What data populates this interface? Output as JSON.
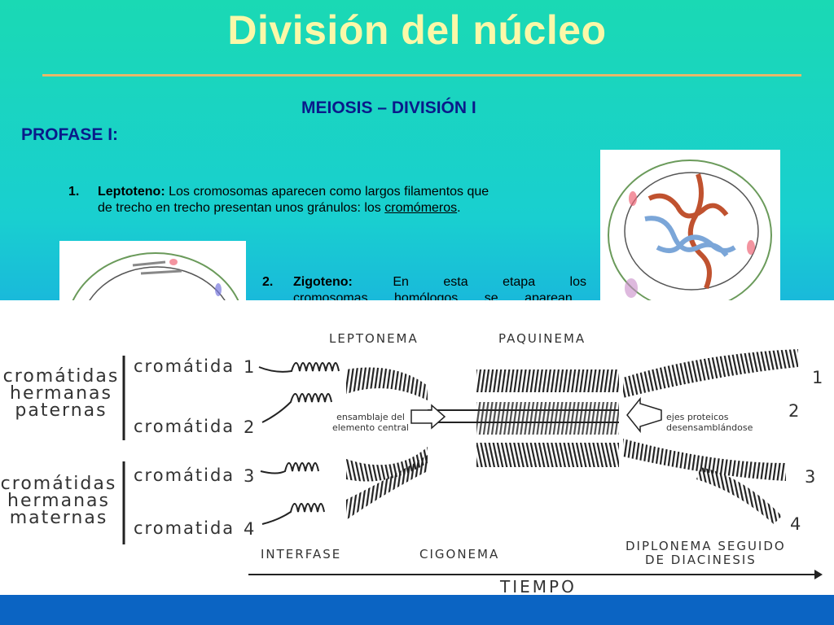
{
  "slide": {
    "title": "División del núcleo",
    "subtitle": "MEIOSIS – DIVISIÓN I",
    "phase": "PROFASE I:",
    "item1": {
      "number": "1.",
      "term": "Leptoteno:",
      "text_a": " Los cromosomas aparecen como largos filamentos que",
      "text_b": "de trecho en trecho presentan unos gránulos: los ",
      "underlined": "cromómeros",
      "text_end": "."
    },
    "item2": {
      "number": "2.",
      "term": "Zigoteno:",
      "text_a": "En esta etapa los",
      "text_b": "cromosomas homólogos se aparean"
    }
  },
  "diagram": {
    "stages_top": [
      "LEPTONEMA",
      "PAQUINEMA"
    ],
    "stages_bottom": [
      "INTERFASE",
      "CIGONEMA",
      "DIPLONEMA SEGUIDO",
      "DE DIACINESIS"
    ],
    "axis_label": "TIEMPO",
    "group_paternal": [
      "cromátidas",
      "hermanas",
      "paternas"
    ],
    "group_maternal": [
      "cromátidas",
      "hermanas",
      "maternas"
    ],
    "chromatid_labels": [
      "cromátida",
      "cromátida",
      "cromátida",
      "cromatida"
    ],
    "chromatid_numbers": [
      "1",
      "2",
      "3",
      "4"
    ],
    "right_numbers": [
      "1",
      "2",
      "3",
      "4"
    ],
    "annotation_left": [
      "ensamblaje del",
      "elemento central"
    ],
    "annotation_right": [
      "ejes proteicos",
      "desensamblándose"
    ]
  },
  "colors": {
    "title": "#fbf8a8",
    "heading": "#0a1a8a",
    "rule": "#e7b86a",
    "band": "#0b64c3"
  }
}
